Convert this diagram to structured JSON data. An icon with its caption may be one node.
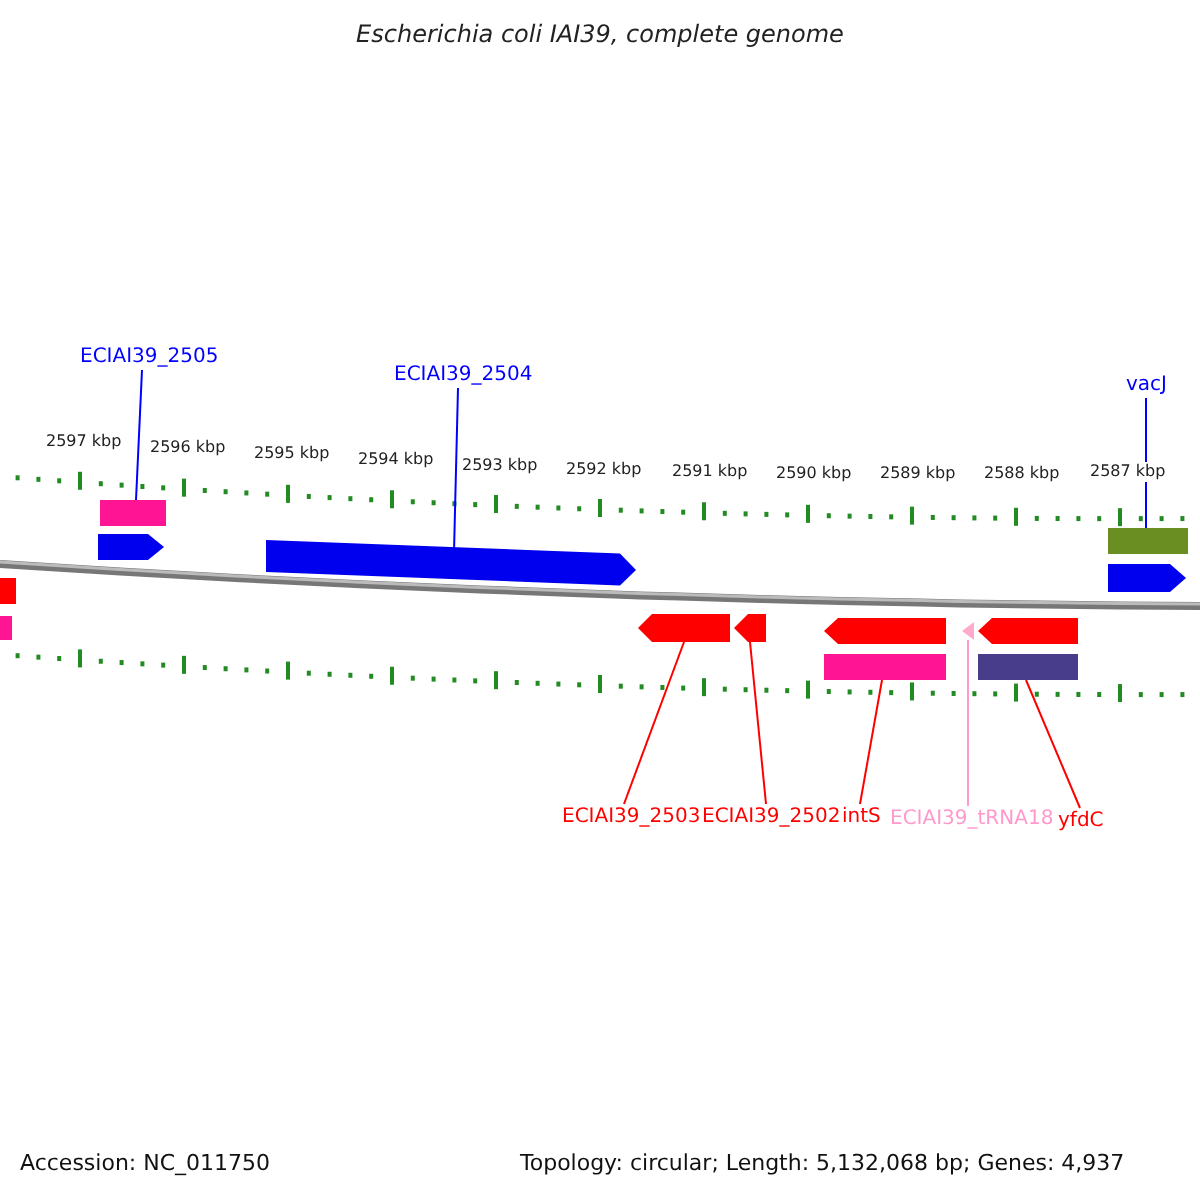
{
  "diagram": {
    "title": "Escherichia coli IAI39, complete genome",
    "nodes": [
      {
        "text": [
          "ECIAI39_2505"
        ]
      },
      {
        "text": [
          "ECIAI39_2504"
        ]
      },
      {
        "text": [
          "vacJ"
        ]
      },
      {
        "text": [],
        "shape": "bar"
      },
      {
        "text": [],
        "shape": "bar"
      },
      {
        "text": [],
        "shape": "arrow"
      },
      {
        "text": [],
        "shape": "arrow"
      },
      {
        "text": [],
        "shape": "arrow"
      },
      {
        "text": [],
        "shape": "bar"
      },
      {
        "text": [],
        "shape": "arrow"
      },
      {
        "text": [],
        "shape": "arrow"
      },
      {
        "text": [],
        "shape": "bar"
      },
      {
        "text": [],
        "shape": "arrow"
      },
      {
        "text": [],
        "shape": "arrow"
      },
      {
        "text": [],
        "shape": "triangle"
      },
      {
        "text": [],
        "shape": "bar"
      },
      {
        "text": [],
        "shape": "bar"
      },
      {
        "text": [
          "ECIAI39_2503"
        ]
      },
      {
        "text": [
          "ECIAI39_2502"
        ]
      },
      {
        "text": [
          "intS"
        ]
      },
      {
        "text": [
          "ECIAI39_tRNA18"
        ]
      },
      {
        "text": [
          "yfdC"
        ]
      }
    ],
    "edges": [
      {
        "from": 0,
        "to": 3,
        "arrow": "none",
        "color": "#0000ff"
      },
      {
        "from": 1,
        "to": 6,
        "arrow": "none",
        "color": "#0000ff"
      },
      {
        "from": 2,
        "to": 4,
        "arrow": "none",
        "color": "#0000ff"
      },
      {
        "from": 17,
        "to": 9,
        "arrow": "none"
      },
      {
        "from": 18,
        "to": 10,
        "arrow": "none"
      },
      {
        "from": 19,
        "to": 15,
        "arrow": "none"
      },
      {
        "from": 20,
        "to": 14,
        "arrow": "none",
        "color": "#ff99cc"
      },
      {
        "from": 21,
        "to": 16,
        "arrow": "none"
      }
    ],
    "labels": [
      "2597 kbp",
      "2596 kbp",
      "2595 kbp",
      "2594 kbp",
      "2593 kbp",
      "2592 kbp",
      "2591 kbp",
      "2590 kbp",
      "2589 kbp",
      "2588 kbp",
      "2587 kbp",
      "Accession: NC_011750",
      "Topology: circular; Length: 5,132,068 bp; Genes: 4,937"
    ]
  }
}
